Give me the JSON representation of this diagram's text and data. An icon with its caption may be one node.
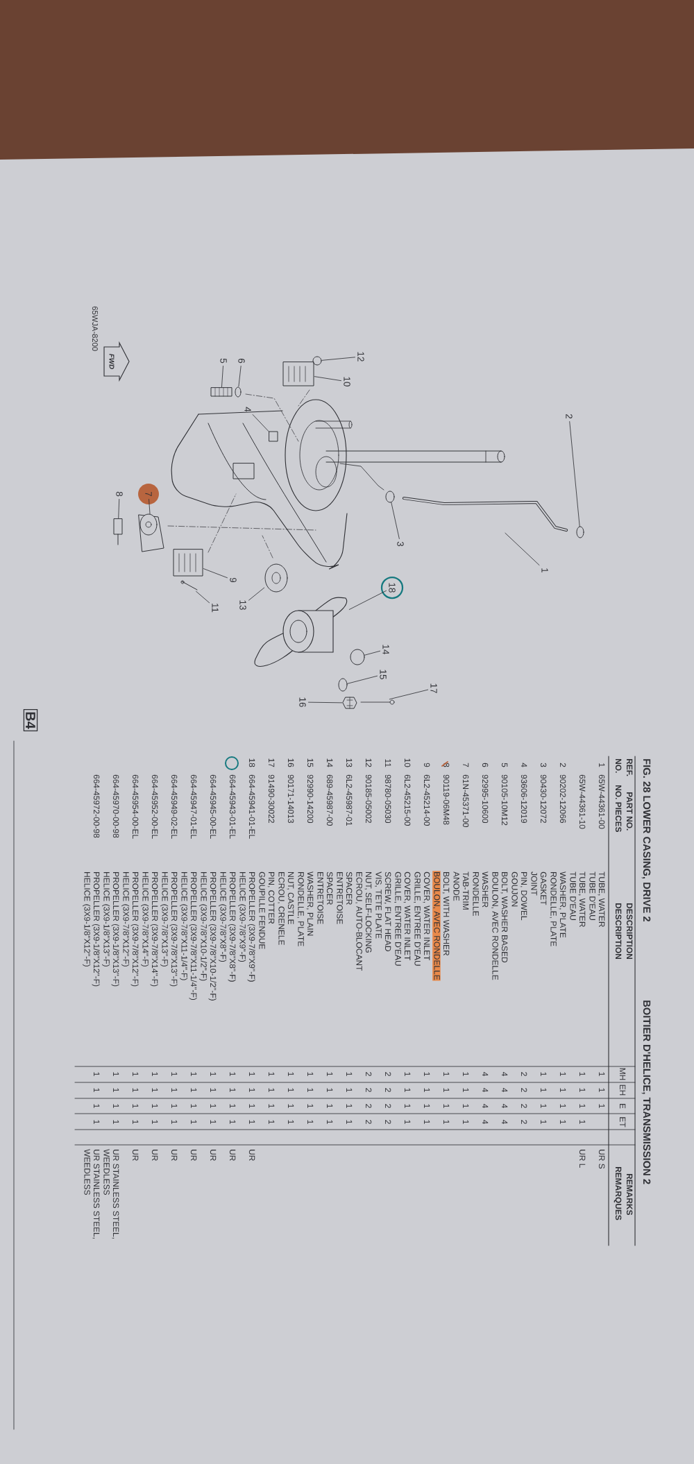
{
  "diagram": {
    "title": "FIG. 28 LOWER CASING, DRIVE 2",
    "nodes": [
      {
        "text": [
          "1"
        ]
      },
      {
        "text": [
          "2"
        ]
      },
      {
        "text": [
          "3"
        ]
      },
      {
        "text": [
          "4"
        ]
      },
      {
        "text": [
          "5"
        ]
      },
      {
        "text": [
          "6"
        ]
      },
      {
        "text": [
          "7"
        ]
      },
      {
        "text": [
          "8"
        ]
      },
      {
        "text": [
          "9"
        ]
      },
      {
        "text": [
          "10"
        ]
      },
      {
        "text": [
          "11"
        ]
      },
      {
        "text": [
          "12"
        ]
      },
      {
        "text": [
          "13"
        ]
      },
      {
        "text": [
          "14"
        ]
      },
      {
        "text": [
          "15"
        ]
      },
      {
        "text": [
          "16"
        ]
      },
      {
        "text": [
          "17"
        ]
      },
      {
        "text": [
          "18"
        ]
      },
      {
        "text": [],
        "shape": "picture"
      },
      {
        "text": [],
        "shape": "circle"
      },
      {
        "text": [],
        "shape": "circle"
      },
      {
        "text": [],
        "shape": "box"
      },
      {
        "text": [],
        "shape": "picture"
      },
      {
        "text": [],
        "shape": "picture"
      },
      {
        "text": [],
        "shape": "picture"
      },
      {
        "text": [],
        "shape": "picture"
      },
      {
        "text": [],
        "shape": "picture"
      },
      {
        "text": [],
        "shape": "picture"
      },
      {
        "text": [],
        "shape": "picture"
      },
      {
        "text": [],
        "shape": "picture"
      },
      {
        "text": [],
        "shape": "picture"
      },
      {
        "text": [],
        "shape": "circle"
      },
      {
        "text": [],
        "shape": "circle"
      },
      {
        "text": [],
        "shape": "picture"
      },
      {
        "text": [],
        "shape": "picture"
      },
      {
        "text": [],
        "shape": "picture"
      }
    ],
    "edges": [
      {
        "from": 0,
        "to": 18,
        "arrow": "none"
      },
      {
        "from": 1,
        "to": 19,
        "arrow": "none"
      },
      {
        "from": 2,
        "to": 20,
        "arrow": "none"
      },
      {
        "from": 3,
        "to": 21,
        "arrow": "none"
      },
      {
        "from": 4,
        "to": 22,
        "arrow": "none"
      },
      {
        "from": 5,
        "to": 23,
        "arrow": "none"
      },
      {
        "from": 6,
        "to": 24,
        "arrow": "none"
      },
      {
        "from": 7,
        "to": 25,
        "arrow": "none"
      },
      {
        "from": 8,
        "to": 26,
        "arrow": "none"
      },
      {
        "from": 9,
        "to": 27,
        "arrow": "none"
      },
      {
        "from": 10,
        "to": 28,
        "arrow": "none"
      },
      {
        "from": 11,
        "to": 29,
        "arrow": "none"
      },
      {
        "from": 12,
        "to": 30,
        "arrow": "none"
      },
      {
        "from": 13,
        "to": 31,
        "arrow": "none"
      },
      {
        "from": 14,
        "to": 32,
        "arrow": "none"
      },
      {
        "from": 15,
        "to": 33,
        "arrow": "none"
      },
      {
        "from": 16,
        "to": 34,
        "arrow": "none"
      },
      {
        "from": 17,
        "to": 35,
        "arrow": "none"
      }
    ],
    "labels": [
      "BOITIER D'HELICE, TRANSMISSION 2",
      "65WJA-8200",
      "FWD",
      "REF.",
      "PART NO.",
      "DESCRIPTION",
      "REMARKS",
      "NO.",
      "NO. PIECES",
      "DESCRIPTION",
      "REMARQUES",
      "MH",
      "EH",
      "E",
      "ET",
      "1",
      "65W-44361-00",
      "TUBE, WATER",
      "1",
      "1",
      "1",
      "UR S",
      "TUBE D'EAU",
      "65W-44361-10",
      "TUBE, WATER",
      "1",
      "1",
      "1",
      "1",
      "UR L",
      "TUBE D'EAU",
      "2",
      "90202-12066",
      "WASHER, PLATE",
      "1",
      "1",
      "1",
      "1",
      "RONDELLE, PLATE",
      "3",
      "90430-12072",
      "GASKET",
      "1",
      "1",
      "1",
      "1",
      "JOINT",
      "4",
      "93606-12019",
      "PIN, DOWEL",
      "2",
      "2",
      "2",
      "2",
      "GOUJON",
      "5",
      "90105-10M12",
      "BOLT, WASHER BASED",
      "4",
      "4",
      "4",
      "4",
      "BOULON, AVEC RONDELLE",
      "6",
      "92995-10600",
      "WASHER",
      "4",
      "4",
      "4",
      "4",
      "RONDELLE",
      "7",
      "61N-45371-00",
      "TAB-TRIM",
      "1",
      "1",
      "1",
      "1",
      "ANODE",
      "8",
      "90119-06M48",
      "BOLT, WITH WASHER",
      "1",
      "1",
      "1",
      "1",
      "BOULON, AVEC RONDELLE",
      "9",
      "6L2-45214-00",
      "COVER, WATER INLET",
      "1",
      "1",
      "1",
      "1",
      "GRILLE, ENTREE D'EAU",
      "10",
      "6L2-45215-00",
      "COVER, WATER INLET",
      "1",
      "1",
      "1",
      "1",
      "GRILLE, ENTREE D'EAU",
      "11",
      "98780-05030",
      "SCREW, FLAT HEAD",
      "2",
      "2",
      "2",
      "2",
      "VIS, TETE PLATE",
      "12",
      "90185-05002",
      "NUT, SELF-LOCKING",
      "2",
      "2",
      "2",
      "2",
      "ECROU, AUTO-BLOCANT",
      "13",
      "6L2-45987-01",
      "SPACER",
      "1",
      "1",
      "1",
      "1",
      "ENTRETOISE",
      "14",
      "689-45987-00",
      "SPACER",
      "1",
      "1",
      "1",
      "1",
      "ENTRETOISE",
      "15",
      "92990-14200",
      "WASHER, PLAIN",
      "1",
      "1",
      "1",
      "1",
      "RONDELLE, PLATE",
      "16",
      "90171-14013",
      "NUT, CASTLE",
      "1",
      "1",
      "1",
      "1",
      "ECROU, CRENELE",
      "17",
      "91490-30022",
      "PIN, COTTER",
      "1",
      "1",
      "1",
      "1",
      "GOUPILLE FENDUE",
      "18",
      "664-45941-01-EL",
      "PROPELLER (3X9-7/8\"X9\"-F)",
      "1",
      "1",
      "1",
      "1",
      "UR",
      "HELICE (3X9-7/8\"X9\"-F)",
      "664-45943-01-EL",
      "PROPELLER (3X9-7/8\"X8\"-F)",
      "1",
      "1",
      "1",
      "1",
      "UR",
      "HELICE (3X9-7/8\"X8\"-F)",
      "664-45945-00-EL",
      "PROPELLER (3X9-7/8\"X10-1/2\"-F)",
      "1",
      "1",
      "1",
      "1",
      "UR",
      "HELICE (3X9-7/8\"X10-1/2\"-F)",
      "664-45947-01-EL",
      "PROPELLER (3X9-7/8\"X11-1/4\"-F)",
      "1",
      "1",
      "1",
      "1",
      "UR",
      "HELICE (3X9-7/8\"X11-1/4\"-F)",
      "664-45949-02-EL",
      "PROPELLER (3X9-7/8\"X13\"-F)",
      "1",
      "1",
      "1",
      "1",
      "UR",
      "HELICE (3X9-7/8\"X13\"-F)",
      "664-45952-00-EL",
      "PROPELLER (3X9-7/8\"X14\"-F)",
      "1",
      "1",
      "1",
      "1",
      "UR",
      "HELICE (3X9-7/8\"X14\"-F)",
      "664-45954-00-EL",
      "PROPELLER (3X9-7/8\"X12\"-F)",
      "1",
      "1",
      "1",
      "1",
      "UR",
      "HELICE (3X9-7/8\"X12\"-F)",
      "664-45970-00-98",
      "PROPELLER (3X9-1/8\"X13\"-F)",
      "1",
      "1",
      "1",
      "1",
      "UR STAINLESS STEEL,",
      "HELICE (3X9-1/8\"X13\"-F)",
      "WEEDLESS",
      "664-45972-00-98",
      "PROPELLER (3X9-1/8\"X12\"-F)",
      "1",
      "1",
      "1",
      "1",
      "UR STAINLESS STEEL,",
      "HELICE (3X9-1/8\"X12\"-F)",
      "WEEDLESS",
      "B4"
    ]
  }
}
